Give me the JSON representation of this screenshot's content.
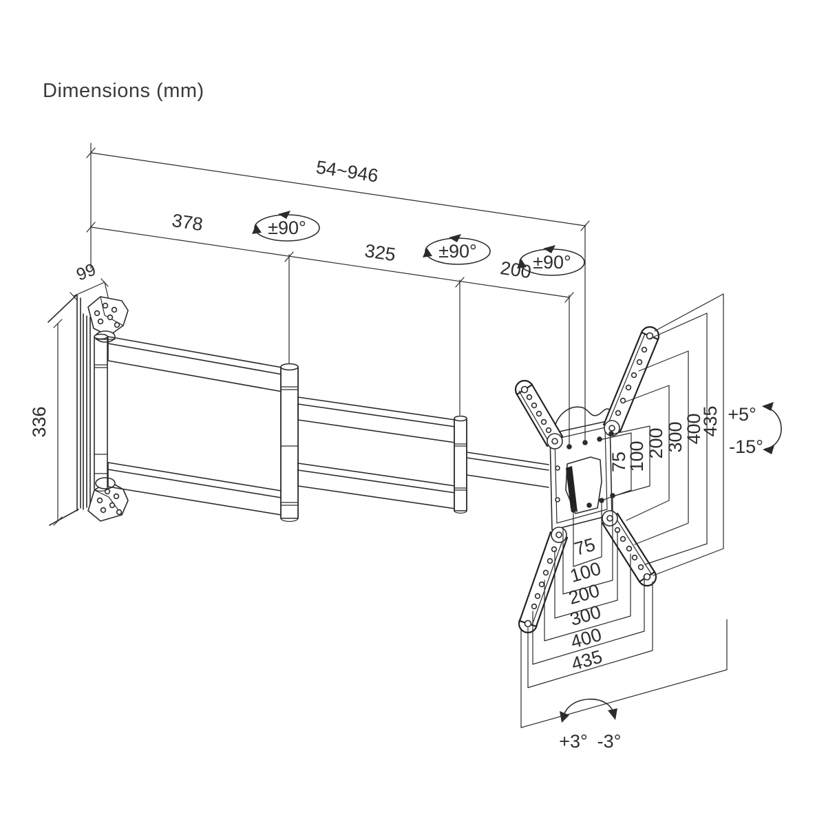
{
  "title": "Dimensions (mm)",
  "dimensions": {
    "extension_range": "54~946",
    "arm_segment_1": "378",
    "arm_segment_2": "325",
    "arm_segment_3": "200",
    "wall_plate_depth": "99",
    "wall_plate_height": "336",
    "swivel_1": "±90°",
    "swivel_2": "±90°",
    "swivel_3": "±90°",
    "tilt_up": "+5°",
    "tilt_down": "-15°",
    "level_plus": "+3°",
    "level_minus": "-3°",
    "vesa_vertical": [
      "75",
      "100",
      "200",
      "300",
      "400",
      "435"
    ],
    "vesa_horizontal": [
      "75",
      "100",
      "200",
      "300",
      "400",
      "435"
    ]
  }
}
